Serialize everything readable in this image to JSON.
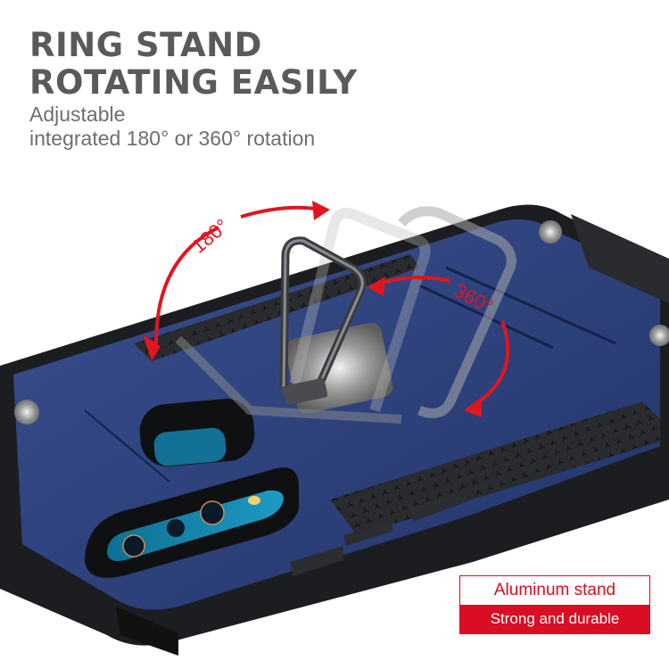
{
  "headline": {
    "line1": "RING STAND",
    "line2": "ROTATING EASILY"
  },
  "subtitle": {
    "line1": "Adjustable",
    "line2": "integrated 180° or 360° rotation"
  },
  "annotations": {
    "angle_a": "180°",
    "angle_b": "360°"
  },
  "badge": {
    "top_label": "Aluminum stand",
    "bottom_label": "Strong and durable"
  },
  "colors": {
    "accent_red": "#d90d23",
    "case_blue": "#2b3f78",
    "armor_black": "#1e1f22",
    "text_gray": "#5a5a5a"
  }
}
